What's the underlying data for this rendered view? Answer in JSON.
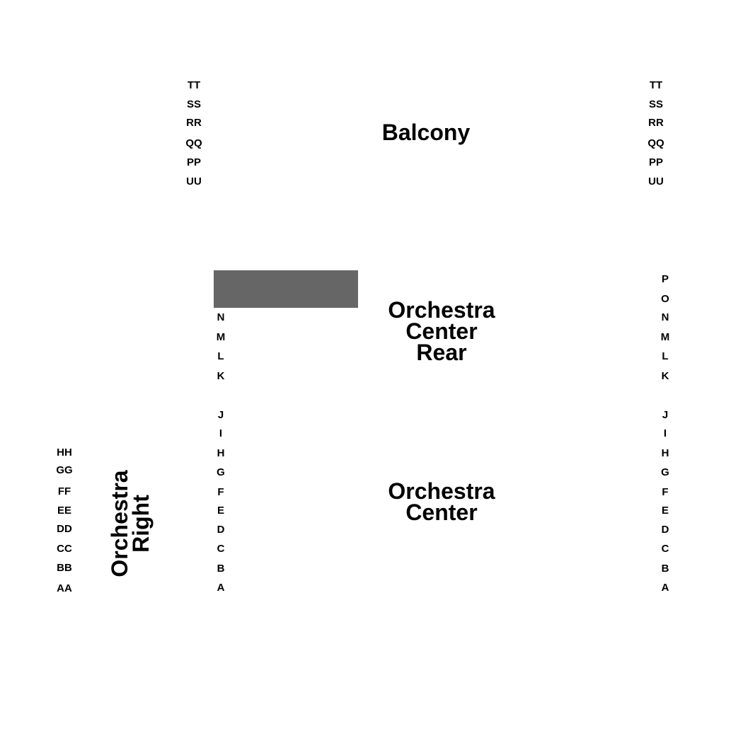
{
  "sections": {
    "balcony": {
      "lines": [
        "Balcony"
      ]
    },
    "orchestra_center_rear": {
      "lines": [
        "Orchestra",
        "Center",
        "Rear"
      ]
    },
    "orchestra_center": {
      "lines": [
        "Orchestra",
        "Center"
      ]
    },
    "orchestra_right": {
      "lines": [
        "Orchestra",
        "Right"
      ]
    }
  },
  "block_color": "#666666",
  "rows": {
    "balcony_left": [
      "TT",
      "SS",
      "RR",
      "QQ",
      "PP",
      "UU"
    ],
    "balcony_right": [
      "TT",
      "SS",
      "RR",
      "QQ",
      "PP",
      "UU"
    ],
    "orchestra_center_rear_left": [
      "N",
      "M",
      "L",
      "K"
    ],
    "orchestra_center_rear_right": [
      "P",
      "O",
      "N",
      "M",
      "L",
      "K"
    ],
    "orchestra_center_left": [
      "J",
      "I",
      "H",
      "G",
      "F",
      "E",
      "D",
      "C",
      "B",
      "A"
    ],
    "orchestra_center_right": [
      "J",
      "I",
      "H",
      "G",
      "F",
      "E",
      "D",
      "C",
      "B",
      "A"
    ],
    "orchestra_right_left": [
      "HH",
      "GG",
      "FF",
      "EE",
      "DD",
      "CC",
      "BB",
      "AA"
    ]
  }
}
